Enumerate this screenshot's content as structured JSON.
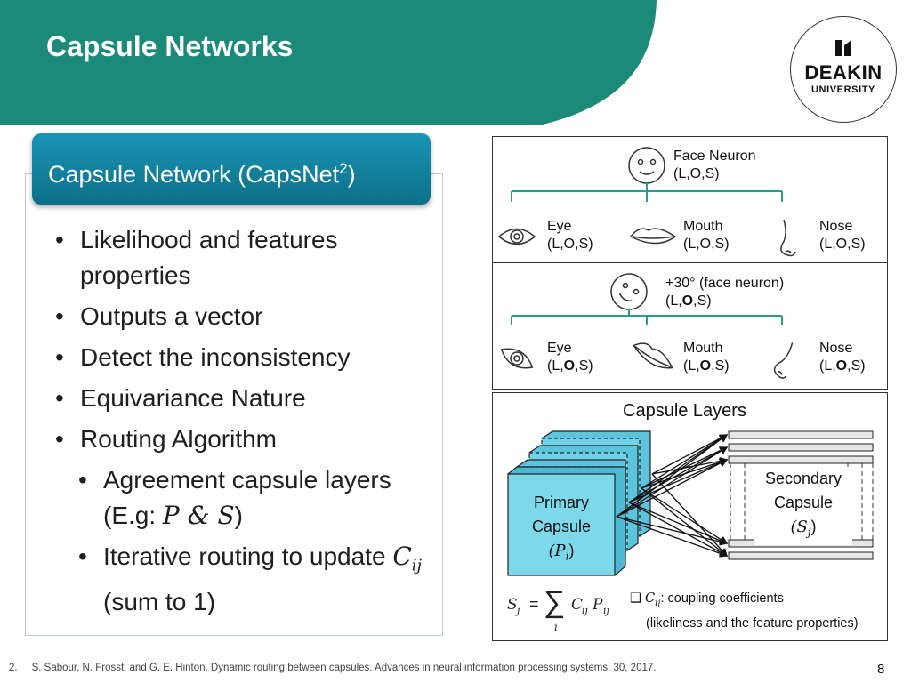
{
  "slide": {
    "title": "Capsule Networks",
    "page_number": "8",
    "colors": {
      "banner": "#1b8a78",
      "header": "#1287a6",
      "capsule_fill": "#6fd2e6"
    }
  },
  "logo": {
    "name": "DEAKIN",
    "subtitle": "UNIVERSITY"
  },
  "panel": {
    "header_text": "Capsule Network (CapsNet",
    "header_sup": "2",
    "header_close": ")",
    "bullets": [
      "Likelihood and features properties",
      "Outputs a vector",
      "Detect the inconsistency",
      "Equivariance Nature",
      "Routing Algorithm"
    ],
    "sub_bullets": {
      "agreement_prefix": "Agreement capsule layers (E.g: ",
      "agreement_math": "P & S",
      "agreement_suffix": ")",
      "iterative_prefix": "Iterative routing to update ",
      "iterative_math": "C",
      "iterative_math_sub": "ij",
      "iterative_suffix": " (sum to 1)"
    }
  },
  "diagram_face": {
    "top": {
      "face_label": "Face Neuron",
      "face_sub": "(L,O,S)",
      "parts": [
        {
          "name": "Eye",
          "sub": "(L,O,S)"
        },
        {
          "name": "Mouth",
          "sub": "(L,O,S)"
        },
        {
          "name": "Nose",
          "sub": "(L,O,S)"
        }
      ]
    },
    "bottom": {
      "face_label": "+30° (face neuron)",
      "sub_pre": "(L,",
      "sub_bold": "O",
      "sub_post": ",S)",
      "parts": [
        {
          "name": "Eye"
        },
        {
          "name": "Mouth"
        },
        {
          "name": "Nose"
        }
      ]
    }
  },
  "diagram_caps": {
    "title": "Capsule Layers",
    "primary_line1": "Primary",
    "primary_line2": "Capsule",
    "primary_math": "(P",
    "primary_math_sub": "i",
    "primary_math_close": ")",
    "secondary_line1": "Secondary",
    "secondary_line2": "Capsule",
    "secondary_math": "(S",
    "secondary_math_sub": "j",
    "secondary_math_close": ")",
    "equation_lhs": "S",
    "equation_lhs_sub": "j",
    "equation_eq": "=",
    "equation_sum": "∑",
    "equation_sum_index": "i",
    "equation_term": "C",
    "equation_term_sub": "ij",
    "equation_term2": "P",
    "equation_term2_sub": "ij",
    "coupling_symbol": "❑",
    "coupling_math": "C",
    "coupling_math_sub": "ij",
    "coupling_text": ": coupling coefficients",
    "coupling_text2": "(likeliness and the feature properties)"
  },
  "footnote": {
    "number": "2.",
    "text": "S. Sabour, N. Frosst, and G. E. Hinton. Dynamic routing between capsules. Advances in neural information processing systems, 30, 2017."
  }
}
